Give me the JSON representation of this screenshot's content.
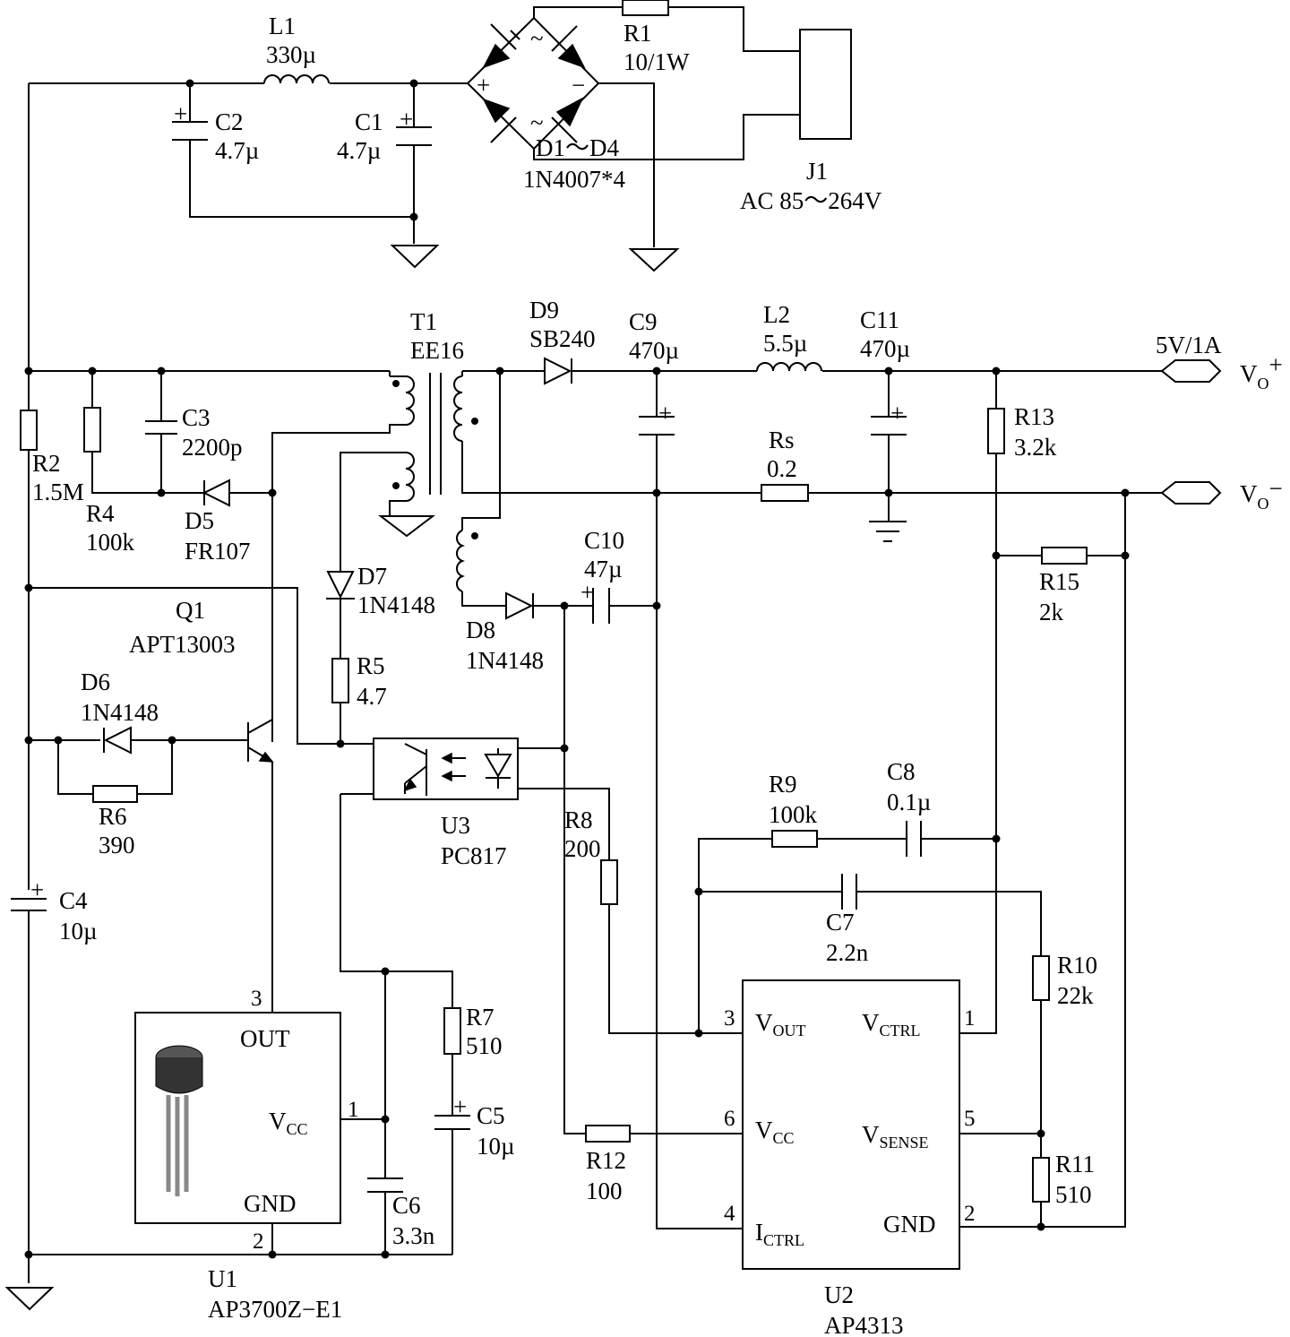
{
  "components": {
    "L1": {
      "ref": "L1",
      "value": "330µ"
    },
    "C2": {
      "ref": "C2",
      "value": "4.7µ"
    },
    "C1": {
      "ref": "C1",
      "value": "4.7µ"
    },
    "R1": {
      "ref": "R1",
      "value": "10/1W"
    },
    "D1": {
      "ref": "D1～D4",
      "value": "1N4007*4"
    },
    "J1": {
      "ref": "J1",
      "value": "AC 85～264V"
    },
    "T1": {
      "ref": "T1",
      "value": "EE16"
    },
    "D9": {
      "ref": "D9",
      "value": "SB240"
    },
    "C9": {
      "ref": "C9",
      "value": "470µ"
    },
    "L2": {
      "ref": "L2",
      "value": "5.5µ"
    },
    "C11": {
      "ref": "C11",
      "value": "470µ"
    },
    "C3": {
      "ref": "C3",
      "value": "2200p"
    },
    "R2": {
      "ref": "R2",
      "value": "1.5M"
    },
    "R4": {
      "ref": "R4",
      "value": "100k"
    },
    "D5": {
      "ref": "D5",
      "value": "FR107"
    },
    "D7": {
      "ref": "D7",
      "value": "1N4148"
    },
    "D8": {
      "ref": "D8",
      "value": "1N4148"
    },
    "C10": {
      "ref": "C10",
      "value": "47µ"
    },
    "R13": {
      "ref": "R13",
      "value": "3.2k"
    },
    "Rs": {
      "ref": "Rs",
      "value": "0.2"
    },
    "R15": {
      "ref": "R15",
      "value": "2k"
    },
    "Q1": {
      "ref": "Q1",
      "value": "APT13003"
    },
    "D6": {
      "ref": "D6",
      "value": "1N4148"
    },
    "R6": {
      "ref": "R6",
      "value": "390"
    },
    "R5": {
      "ref": "R5",
      "value": "4.7"
    },
    "U3": {
      "ref": "U3",
      "value": "PC817"
    },
    "R8": {
      "ref": "R8",
      "value": "200"
    },
    "R9": {
      "ref": "R9",
      "value": "100k"
    },
    "C8": {
      "ref": "C8",
      "value": "0.1µ"
    },
    "C7": {
      "ref": "C7",
      "value": "2.2n"
    },
    "C4": {
      "ref": "C4",
      "value": "10µ"
    },
    "R7": {
      "ref": "R7",
      "value": "510"
    },
    "C5": {
      "ref": "C5",
      "value": "10µ"
    },
    "C6": {
      "ref": "C6",
      "value": "3.3n"
    },
    "R10": {
      "ref": "R10",
      "value": "22k"
    },
    "R11": {
      "ref": "R11",
      "value": "510"
    },
    "R12": {
      "ref": "R12",
      "value": "100"
    },
    "U1": {
      "ref": "U1",
      "value": "AP3700Z−E1"
    },
    "U2": {
      "ref": "U2",
      "value": "AP4313"
    }
  },
  "output": {
    "rating": "5V/1A",
    "vo_plus": "V",
    "vo_plus_sub": "O",
    "vo_plus_sign": "+",
    "vo_minus": "V",
    "vo_minus_sub": "O",
    "vo_minus_sign": "−"
  },
  "u1_pins": {
    "out": "OUT",
    "vcc": "V",
    "vcc_sub": "CC",
    "gnd": "GND",
    "n_out": "3",
    "n_vcc": "1",
    "n_gnd": "2"
  },
  "u2_pins": {
    "vout": "V",
    "vout_sub": "OUT",
    "vctrl": "V",
    "vctrl_sub": "CTRL",
    "vcc": "V",
    "vcc_sub": "CC",
    "vsense": "V",
    "vsense_sub": "SENSE",
    "ictrl": "I",
    "ictrl_sub": "CTRL",
    "gnd": "GND",
    "n_vout": "3",
    "n_vctrl": "1",
    "n_vcc": "6",
    "n_vsense": "5",
    "n_ictrl": "4",
    "n_gnd": "2"
  },
  "bridge_marks": {
    "ac1": "~",
    "ac2": "~",
    "plus": "+",
    "minus": "−"
  },
  "polarity_mark": "+"
}
